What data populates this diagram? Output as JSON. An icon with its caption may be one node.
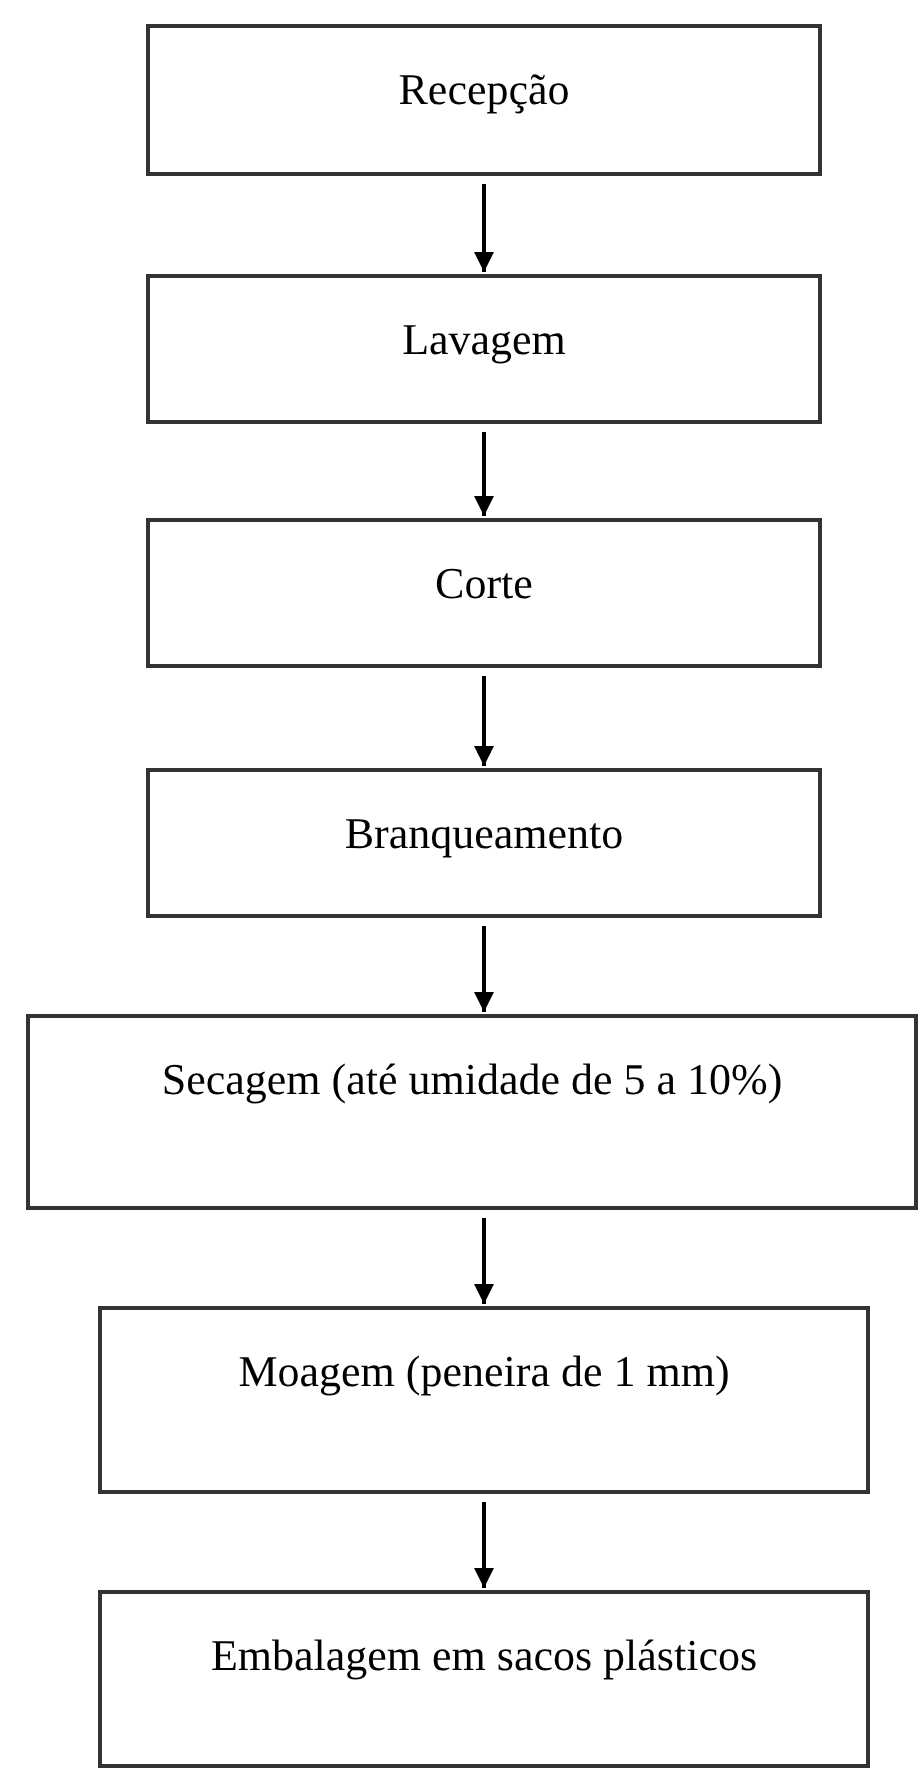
{
  "diagram": {
    "nodes": [
      {
        "text": [
          "Recepção"
        ]
      },
      {
        "text": [
          "Lavagem"
        ]
      },
      {
        "text": [
          "Corte"
        ]
      },
      {
        "text": [
          "Branqueamento"
        ]
      },
      {
        "text": [
          "Secagem (até umidade de 5 a 10%)"
        ]
      },
      {
        "text": [
          "Moagem (peneira de 1 mm)"
        ]
      },
      {
        "text": [
          "Embalagem em sacos plásticos"
        ]
      }
    ],
    "edges": [
      {
        "from": 0,
        "to": 1,
        "arrow": "to"
      },
      {
        "from": 1,
        "to": 2,
        "arrow": "to"
      },
      {
        "from": 2,
        "to": 3,
        "arrow": "to"
      },
      {
        "from": 3,
        "to": 4,
        "arrow": "to"
      },
      {
        "from": 4,
        "to": 5,
        "arrow": "to"
      },
      {
        "from": 5,
        "to": 6,
        "arrow": "to"
      }
    ]
  }
}
